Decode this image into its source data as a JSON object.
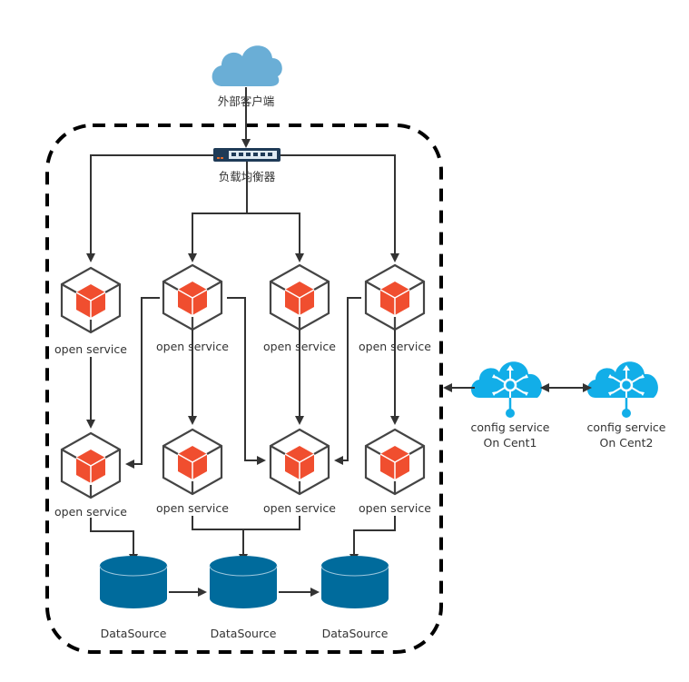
{
  "client": {
    "label": "外部客户端",
    "icon": "cloud-icon",
    "color": "#6aaed6"
  },
  "load_balancer": {
    "label": "负载均衡器",
    "icon": "switch-icon",
    "color": "#1f3b57"
  },
  "open_services": {
    "top_row": [
      {
        "label": "open service"
      },
      {
        "label": "open service"
      },
      {
        "label": "open service"
      },
      {
        "label": "open service"
      }
    ],
    "bottom_row": [
      {
        "label": "open service"
      },
      {
        "label": "open service"
      },
      {
        "label": "open service"
      },
      {
        "label": "open service"
      }
    ],
    "icon": "cube-icon",
    "cube_color": "#f04e2f"
  },
  "datasources": [
    {
      "label": "DataSource"
    },
    {
      "label": "DataSource"
    },
    {
      "label": "DataSource"
    }
  ],
  "datasource_color": "#006b9c",
  "config_services": [
    {
      "line1": "config service",
      "line2": "On Cent1"
    },
    {
      "line1": "config service",
      "line2": "On Cent2"
    }
  ],
  "config_color": "#12aee8"
}
